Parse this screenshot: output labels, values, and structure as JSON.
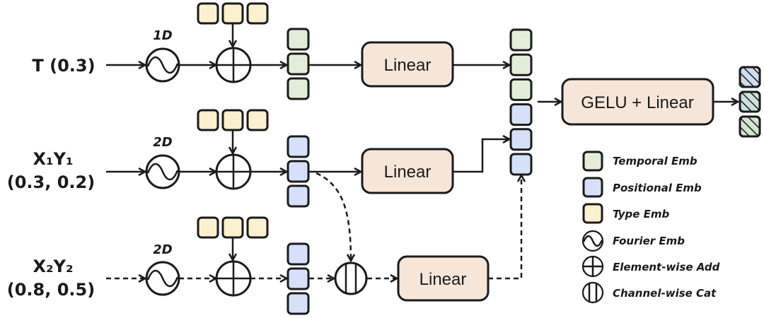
{
  "colors": {
    "temporal": "#e3eeda",
    "positional": "#d6e0f8",
    "type": "#fbf0cf",
    "box": "#f6e6d9",
    "stroke": "#1a1a1a",
    "out_top": "#cfdcec",
    "out_mid": "#cde0dc",
    "out_bot": "#d2e3d0"
  },
  "inputs": [
    {
      "line1": "T (0.3)",
      "line2": "",
      "fourier_label": "1D",
      "style": "solid",
      "emb": "temporal"
    },
    {
      "line1": "X₁Y₁",
      "line2": "(0.3, 0.2)",
      "fourier_label": "2D",
      "style": "solid",
      "emb": "positional"
    },
    {
      "line1": "X₂Y₂",
      "line2": "(0.8, 0.5)",
      "fourier_label": "2D",
      "style": "dashed",
      "emb": "positional"
    }
  ],
  "boxes": {
    "linear_top": "Linear",
    "linear_mid": "Linear",
    "linear_bot": "Linear",
    "gelu": "GELU + Linear"
  },
  "concat_stack": [
    "temporal",
    "temporal",
    "temporal",
    "positional",
    "positional",
    "positional"
  ],
  "legend": [
    {
      "kind": "square",
      "emb": "temporal",
      "label": "Temporal Emb"
    },
    {
      "kind": "square",
      "emb": "positional",
      "label": "Positional Emb"
    },
    {
      "kind": "square",
      "emb": "type",
      "label": "Type Emb"
    },
    {
      "kind": "fourier",
      "label": "Fourier Emb"
    },
    {
      "kind": "add",
      "label": "Element-wise Add"
    },
    {
      "kind": "cat",
      "label": "Channel-wise Cat"
    }
  ]
}
